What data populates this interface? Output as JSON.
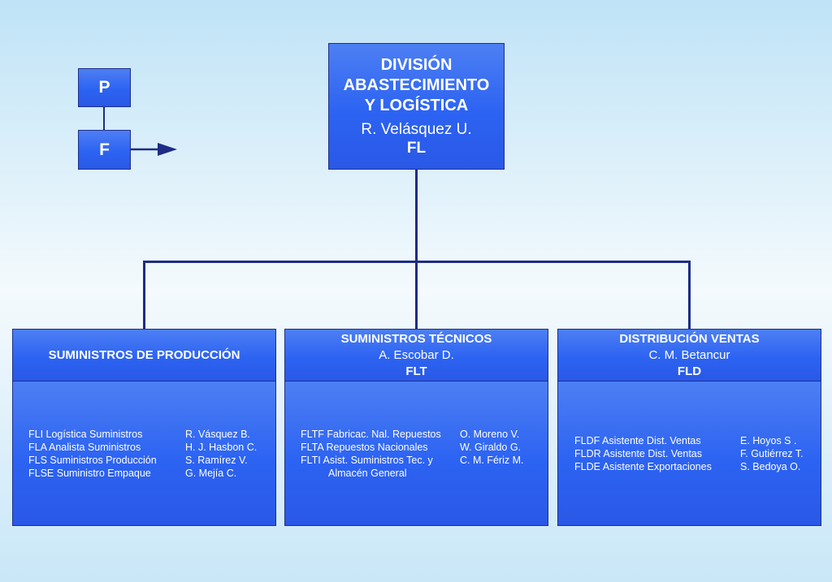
{
  "legend": {
    "p_label": "P",
    "f_label": "F"
  },
  "top": {
    "title_line1": "DIVISIÓN",
    "title_line2": "ABASTECIMIENTO",
    "title_line3": "Y LOGÍSTICA",
    "person": "R. Velásquez U.",
    "code": "FL"
  },
  "departments": [
    {
      "title": "SUMINISTROS DE PRODUCCIÓN",
      "items": [
        {
          "role": "FLI Logística Suministros",
          "name": "R. Vásquez B."
        },
        {
          "role": "FLA Analista Suministros",
          "name": "H. J. Hasbon C."
        },
        {
          "role": "FLS Suministros Producción",
          "name": "S. Ramírez V."
        },
        {
          "role": "FLSE Suministro Empaque",
          "name": "G.  Mejía C."
        }
      ]
    },
    {
      "title": "SUMINISTROS TÉCNICOS",
      "person": "A. Escobar D.",
      "code": "FLT",
      "items": [
        {
          "role": "FLTF Fabricac. Nal. Repuestos",
          "name": "O. Moreno V."
        },
        {
          "role": "FLTA Repuestos Nacionales",
          "name": " W. Giraldo G."
        },
        {
          "role": "FLTI  Asist. Suministros Tec. y",
          "name": "C. M. Fériz M."
        },
        {
          "role": "Almacén General",
          "name": ""
        }
      ]
    },
    {
      "title": "DISTRIBUCIÓN VENTAS",
      "person": "C. M. Betancur",
      "code": "FLD",
      "items": [
        {
          "role": "FLDF Asistente Dist. Ventas",
          "name": "E. Hoyos S ."
        },
        {
          "role": "FLDR Asistente Dist. Ventas",
          "name": "F. Gutiérrez T."
        },
        {
          "role": "FLDE Asistente Exportaciones",
          "name": "S. Bedoya O."
        }
      ]
    }
  ],
  "colors": {
    "box_fill": "#2c63f2",
    "line": "#1e2c86",
    "text": "#ffffff"
  }
}
